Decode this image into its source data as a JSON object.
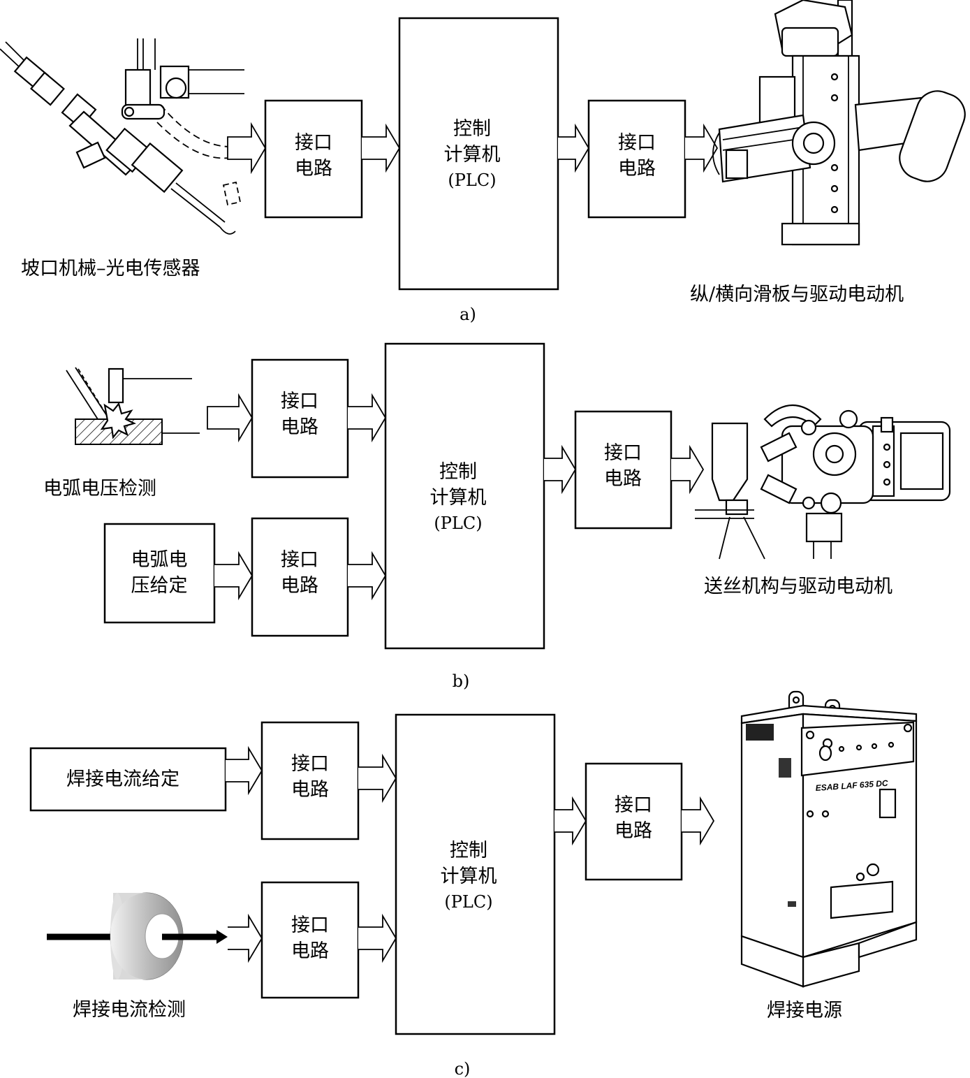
{
  "panels": [
    {
      "id": "a",
      "label": "a)",
      "sensor_caption": "坡口机械–光电传感器",
      "interface_in": [
        "接口",
        "电路"
      ],
      "controller": [
        "控制",
        "计算机",
        "(PLC)"
      ],
      "interface_out": [
        "接口",
        "电路"
      ],
      "actuator_caption": "纵/横向滑板与驱动电动机"
    },
    {
      "id": "b",
      "label": "b)",
      "sensor_caption": "电弧电压检测",
      "interface_in_1": [
        "接口",
        "电路"
      ],
      "setpoint_box": [
        "电弧电",
        "压给定"
      ],
      "interface_in_2": [
        "接口",
        "电路"
      ],
      "controller": [
        "控制",
        "计算机",
        "(PLC)"
      ],
      "interface_out": [
        "接口",
        "电路"
      ],
      "actuator_caption": "送丝机构与驱动电动机"
    },
    {
      "id": "c",
      "label": "c)",
      "setpoint_box": "焊接电流给定",
      "interface_in_1": [
        "接口",
        "电路"
      ],
      "sensor_caption": "焊接电流检测",
      "interface_in_2": [
        "接口",
        "电路"
      ],
      "controller": [
        "控制",
        "计算机",
        "(PLC)"
      ],
      "interface_out": [
        "接口",
        "电路"
      ],
      "actuator_caption": "焊接电源",
      "machine_brand": "ESAB LAF 635 DC"
    }
  ]
}
